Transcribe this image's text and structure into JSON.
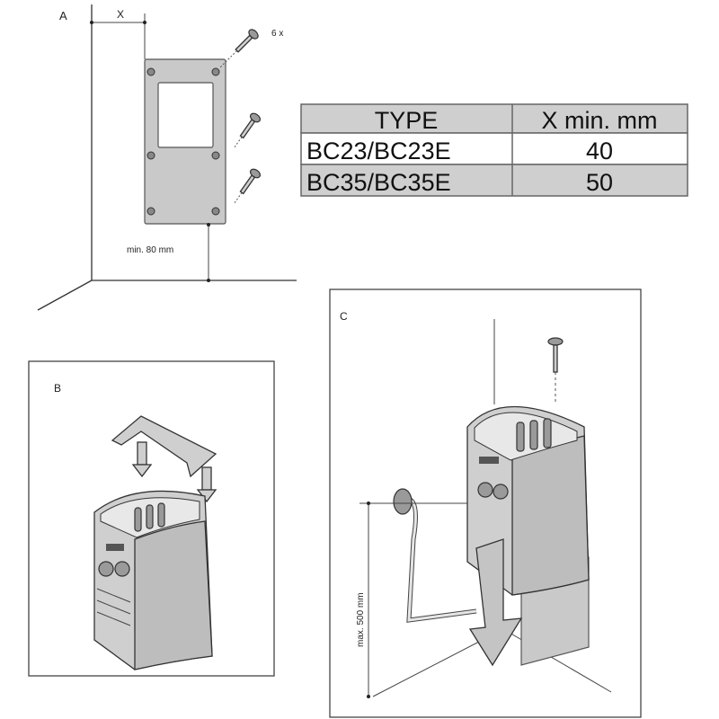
{
  "panels": {
    "a": {
      "label": "A",
      "dim_x": "X",
      "screw_count": "6 x",
      "floor_clearance": "min. 80 mm"
    },
    "b": {
      "label": "B"
    },
    "c": {
      "label": "C",
      "height_max": "max. 500 mm"
    }
  },
  "table": {
    "headers": [
      "TYPE",
      "X min. mm"
    ],
    "rows": [
      {
        "type": "BC23/BC23E",
        "x_min": "40"
      },
      {
        "type": "BC35/BC35E",
        "x_min": "50"
      }
    ]
  },
  "colors": {
    "header_bg": "#cfcfcf",
    "plate": "#c9c9c9"
  }
}
